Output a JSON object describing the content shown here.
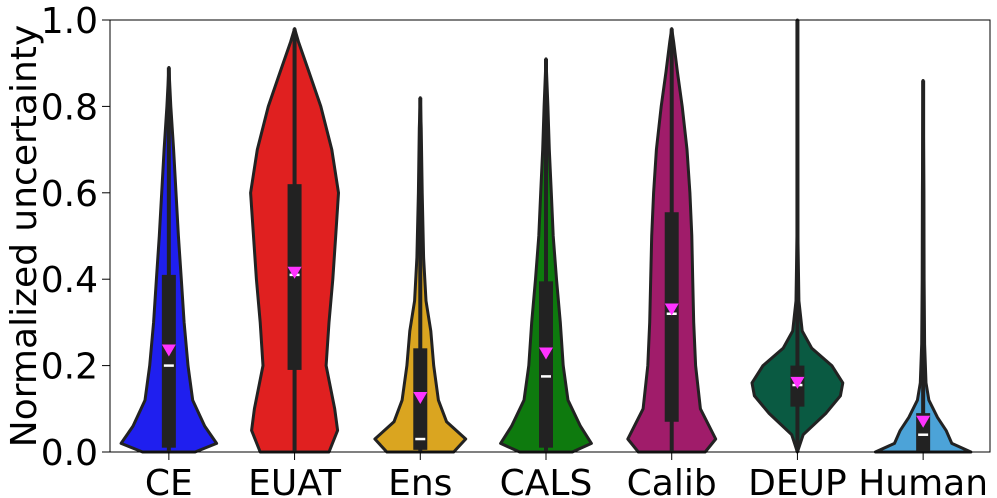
{
  "chart_data": {
    "type": "violin",
    "title": "",
    "xlabel": "",
    "ylabel": "Normalized uncertainty",
    "ylim": [
      0.0,
      1.0
    ],
    "yticks": [
      "0.0",
      "0.2",
      "0.4",
      "0.6",
      "0.8",
      "1.0"
    ],
    "grid": false,
    "categories": [
      "CE",
      "EUAT",
      "Ens",
      "CALS",
      "Calib",
      "DEUP",
      "Human"
    ],
    "series": [
      {
        "category": "CE",
        "color": "#1f1fef",
        "min": 0.0,
        "max": 0.89,
        "q1": 0.01,
        "median": 0.2,
        "q3": 0.41,
        "mean": 0.235,
        "density": [
          [
            0.0,
            0.55
          ],
          [
            0.02,
            1.0
          ],
          [
            0.06,
            0.75
          ],
          [
            0.12,
            0.5
          ],
          [
            0.2,
            0.4
          ],
          [
            0.3,
            0.32
          ],
          [
            0.4,
            0.26
          ],
          [
            0.5,
            0.2
          ],
          [
            0.6,
            0.15
          ],
          [
            0.7,
            0.1
          ],
          [
            0.8,
            0.04
          ],
          [
            0.89,
            0.0
          ]
        ]
      },
      {
        "category": "EUAT",
        "color": "#e02020",
        "min": 0.0,
        "max": 0.98,
        "q1": 0.19,
        "median": 0.41,
        "q3": 0.62,
        "mean": 0.415,
        "density": [
          [
            0.0,
            0.72
          ],
          [
            0.05,
            0.9
          ],
          [
            0.1,
            0.84
          ],
          [
            0.2,
            0.66
          ],
          [
            0.3,
            0.72
          ],
          [
            0.4,
            0.8
          ],
          [
            0.5,
            0.86
          ],
          [
            0.6,
            0.92
          ],
          [
            0.7,
            0.78
          ],
          [
            0.8,
            0.55
          ],
          [
            0.88,
            0.3
          ],
          [
            0.95,
            0.08
          ],
          [
            0.98,
            0.0
          ]
        ]
      },
      {
        "category": "Ens",
        "color": "#daa520",
        "min": 0.0,
        "max": 0.82,
        "q1": 0.005,
        "median": 0.03,
        "q3": 0.24,
        "mean": 0.125,
        "density": [
          [
            0.0,
            0.7
          ],
          [
            0.03,
            0.95
          ],
          [
            0.07,
            0.55
          ],
          [
            0.12,
            0.38
          ],
          [
            0.2,
            0.28
          ],
          [
            0.28,
            0.22
          ],
          [
            0.35,
            0.12
          ],
          [
            0.45,
            0.07
          ],
          [
            0.6,
            0.04
          ],
          [
            0.75,
            0.02
          ],
          [
            0.82,
            0.0
          ]
        ]
      },
      {
        "category": "CALS",
        "color": "#0e7a0e",
        "min": 0.0,
        "max": 0.91,
        "q1": 0.01,
        "median": 0.175,
        "q3": 0.395,
        "mean": 0.228,
        "density": [
          [
            0.0,
            0.55
          ],
          [
            0.02,
            0.95
          ],
          [
            0.06,
            0.72
          ],
          [
            0.12,
            0.46
          ],
          [
            0.2,
            0.36
          ],
          [
            0.3,
            0.3
          ],
          [
            0.4,
            0.22
          ],
          [
            0.5,
            0.15
          ],
          [
            0.6,
            0.11
          ],
          [
            0.7,
            0.07
          ],
          [
            0.8,
            0.04
          ],
          [
            0.91,
            0.0
          ]
        ]
      },
      {
        "category": "Calib",
        "color": "#a01c6a",
        "min": 0.0,
        "max": 0.98,
        "q1": 0.07,
        "median": 0.32,
        "q3": 0.555,
        "mean": 0.33,
        "density": [
          [
            0.0,
            0.7
          ],
          [
            0.03,
            0.92
          ],
          [
            0.1,
            0.6
          ],
          [
            0.2,
            0.5
          ],
          [
            0.3,
            0.46
          ],
          [
            0.4,
            0.44
          ],
          [
            0.5,
            0.42
          ],
          [
            0.6,
            0.38
          ],
          [
            0.7,
            0.32
          ],
          [
            0.8,
            0.22
          ],
          [
            0.88,
            0.12
          ],
          [
            0.95,
            0.04
          ],
          [
            0.98,
            0.0
          ]
        ]
      },
      {
        "category": "DEUP",
        "color": "#0a5a42",
        "min": 0.0,
        "max": 1.0,
        "q1": 0.105,
        "median": 0.155,
        "q3": 0.2,
        "mean": 0.16,
        "density": [
          [
            0.0,
            0.0
          ],
          [
            0.04,
            0.12
          ],
          [
            0.09,
            0.6
          ],
          [
            0.13,
            0.9
          ],
          [
            0.16,
            0.95
          ],
          [
            0.2,
            0.72
          ],
          [
            0.24,
            0.3
          ],
          [
            0.28,
            0.1
          ],
          [
            0.35,
            0.03
          ],
          [
            0.5,
            0.01
          ],
          [
            1.0,
            0.0
          ]
        ]
      },
      {
        "category": "Human",
        "color": "#4ca3d8",
        "min": 0.0,
        "max": 0.86,
        "q1": 0.0,
        "median": 0.04,
        "q3": 0.09,
        "mean": 0.07,
        "density": [
          [
            0.0,
            1.0
          ],
          [
            0.02,
            0.6
          ],
          [
            0.05,
            0.48
          ],
          [
            0.08,
            0.3
          ],
          [
            0.12,
            0.12
          ],
          [
            0.16,
            0.06
          ],
          [
            0.25,
            0.03
          ],
          [
            0.4,
            0.02
          ],
          [
            0.6,
            0.015
          ],
          [
            0.86,
            0.0
          ]
        ]
      }
    ]
  }
}
